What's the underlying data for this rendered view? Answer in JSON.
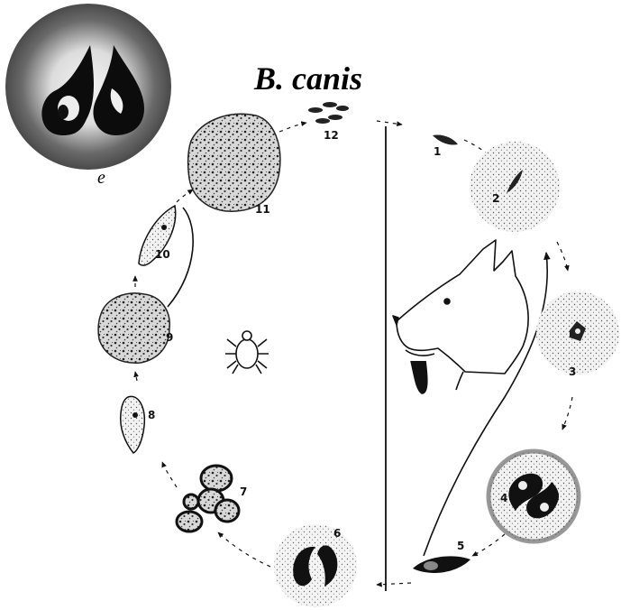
{
  "title": "B. canis",
  "panel_letter": "e",
  "stage_numbers": [
    "1",
    "2",
    "3",
    "4",
    "5",
    "6",
    "7",
    "8",
    "9",
    "10",
    "11",
    "12"
  ],
  "colors": {
    "ink": "#111111",
    "background": "#ffffff"
  },
  "icons": [
    "tick-icon",
    "dog-head-icon"
  ]
}
